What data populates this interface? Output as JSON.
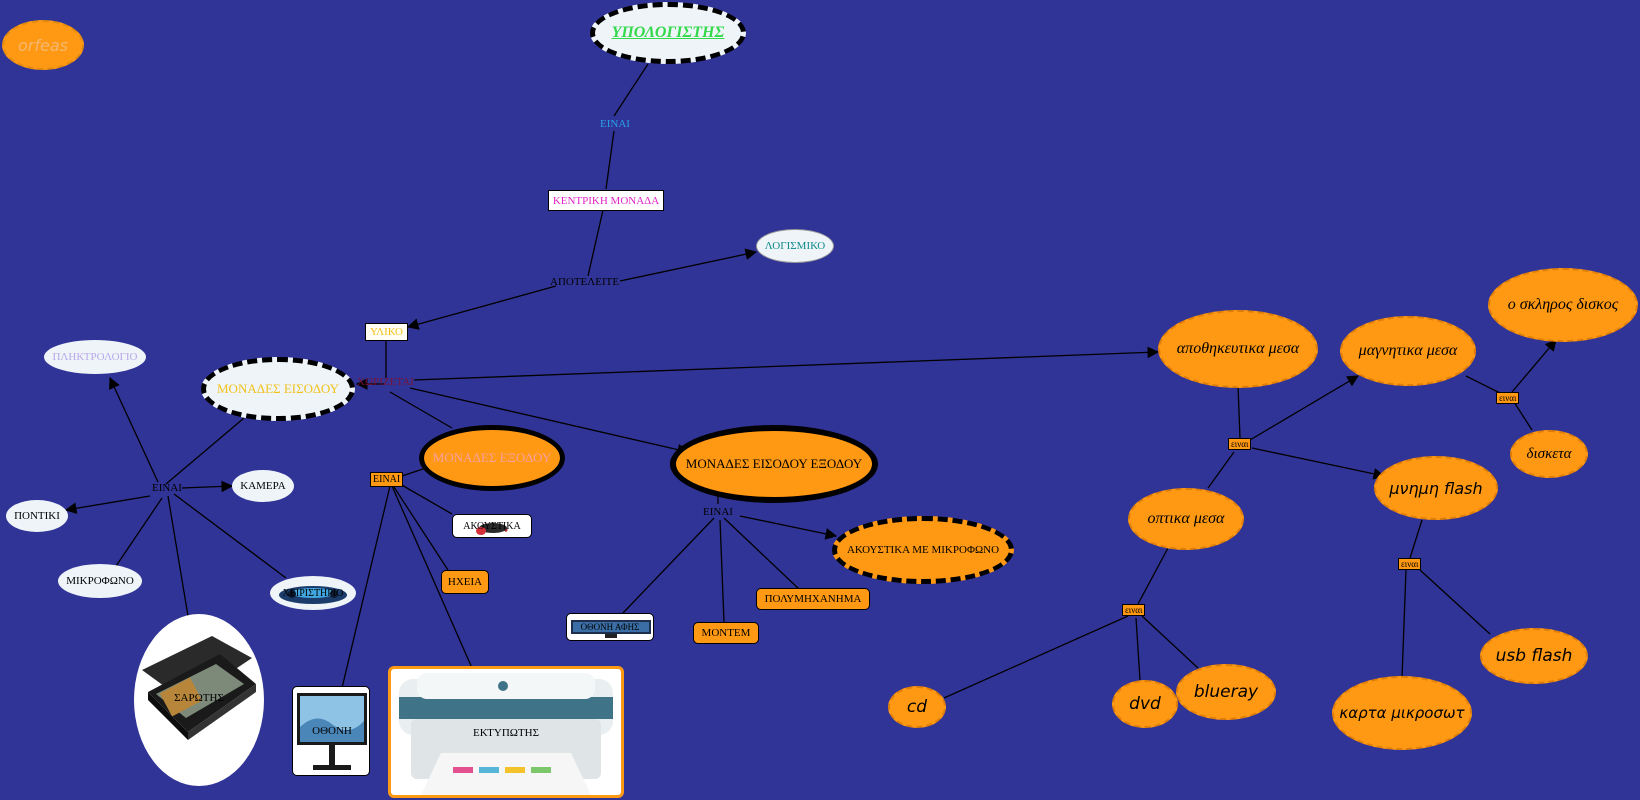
{
  "colors": {
    "background": "#313497",
    "orange": "#ff9812",
    "light": "#eef4f8",
    "line": "#000000",
    "green": "#33d94a",
    "magenta": "#e024c8",
    "cyan": "#27a3e8",
    "yellow": "#f2c21b",
    "teal": "#0d8a8a",
    "lavender": "#b9a7ea",
    "darkred": "#7a1236",
    "salmon": "#f5a0a0",
    "white": "#ffffff"
  },
  "nodes": {
    "orfeas": "orfeas",
    "computer": "ΥΠΟΛΟΓΙΣΤΗΣ",
    "central_unit": "ΚΕΝΤΡΙΚΗ ΜΟΝΑΔΑ",
    "software": "ΛΟΓΙΣΜΙΚΟ",
    "hardware": "ΥΛΙΚΟ",
    "input_units": "ΜΟΝΑΔΕΣ ΕΙΣΟΔΟΥ",
    "output_units": "ΜΟΝΑΔΕΣ ΕΞΟΔΟΥ",
    "io_units": "ΜΟΝΑΔΕΣ ΕΙΣΟΔΟΥ ΕΞΟΔΟΥ",
    "keyboard": "ΠΛΗΚΤΡΟΛΟΓΙΟ",
    "mouse": "ΠΟΝΤΙΚΙ",
    "camera": "ΚΑΜΕΡΑ",
    "microphone": "ΜΙΚΡΟΦΩΝΟ",
    "joystick": "ΧΕΙΡΙΣΤΗΡΙΟ",
    "scanner": "ΣΑΡΩΤΗΣ",
    "monitor": "ΟΘΟΝΗ",
    "printer": "ΕΚΤΥΠΩΤΗΣ",
    "speakers": "ΗΧΕΙΑ",
    "headphones": "ΑΚΟΥΣΤΙΚΑ",
    "headset": "ΑΚΟΥΣΤΙΚΑ ΜΕ ΜΙΚΡΟΦΩΝΟ",
    "multifunction": "ΠΟΛΥΜΗΧΑΝΗΜΑ",
    "modem": "ΜΟΝΤΕΜ",
    "touchscreen": "ΟΘΟΝΗ ΑΦΗΣ",
    "storage": "αποθηκευτικα μεσα",
    "magnetic": "μαγνητικα μεσα",
    "hard_disk": "ο σκληρος δισκος",
    "floppy": "δισκετα",
    "optical": "οπτικα μεσα",
    "flash_memory": "μνημη flash",
    "usb_flash": "usb flash",
    "micro_card": "καρτα μικροσωτ",
    "cd": "cd",
    "dvd": "dvd",
    "blueray": "blueray"
  },
  "links": {
    "is": "ΕΙΝΑΙ",
    "consists_of": "ΑΠΟΤΕΛΕΙΤΕ",
    "divided": "ΧΩΡΙΖΕΤΑΙ",
    "is_input": "ΕΙΝΑΙ",
    "is_output": "ΕΙΝΑΙ",
    "is_io": "ΕΙΝΑΙ",
    "storage_is": "ειναι",
    "magnetic_is": "ειναι",
    "optical_is": "ειναι",
    "flash_is": "ειναι"
  }
}
